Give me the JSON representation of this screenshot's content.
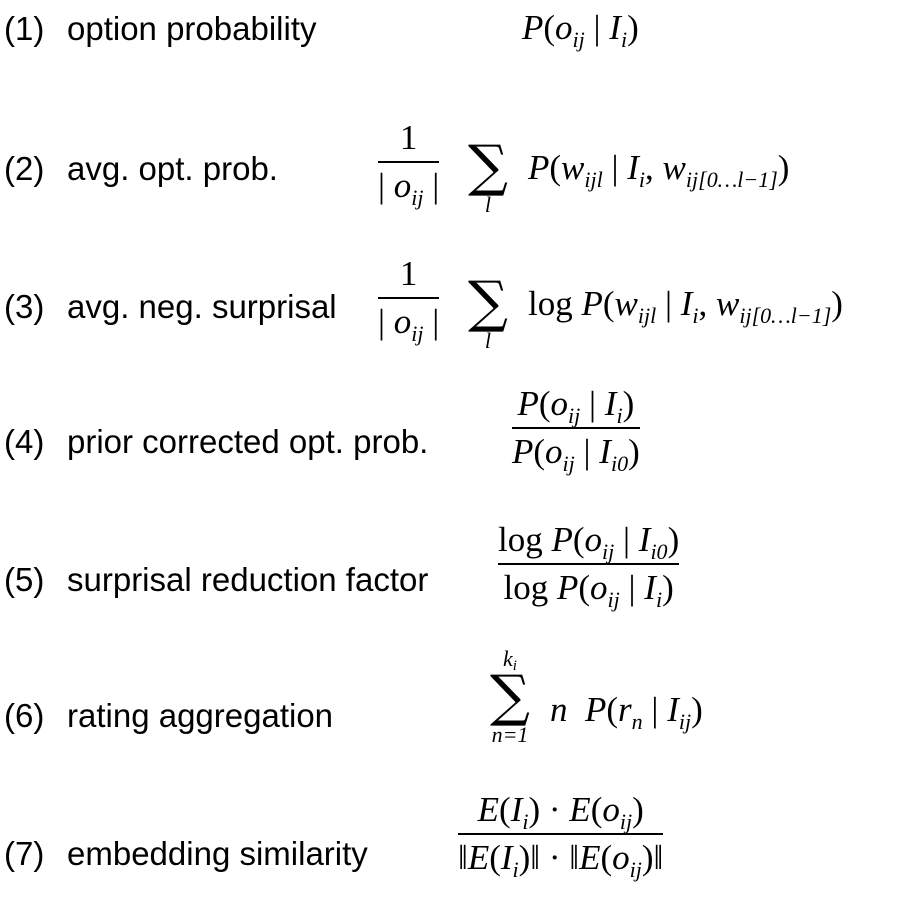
{
  "rows": [
    {
      "num": "(1)",
      "label": "option probability"
    },
    {
      "num": "(2)",
      "label": "avg. opt. prob."
    },
    {
      "num": "(3)",
      "label": "avg. neg. surprisal"
    },
    {
      "num": "(4)",
      "label": "prior corrected opt. prob."
    },
    {
      "num": "(5)",
      "label": "surprisal reduction factor"
    },
    {
      "num": "(6)",
      "label": "rating aggregation"
    },
    {
      "num": "(7)",
      "label": "embedding similarity"
    }
  ],
  "formula": {
    "one": "1",
    "sum_index": "l",
    "log": "log",
    "sum6_lower": "n=1",
    "sum6_upper_k": "k",
    "sum6_upper_i": "i"
  }
}
